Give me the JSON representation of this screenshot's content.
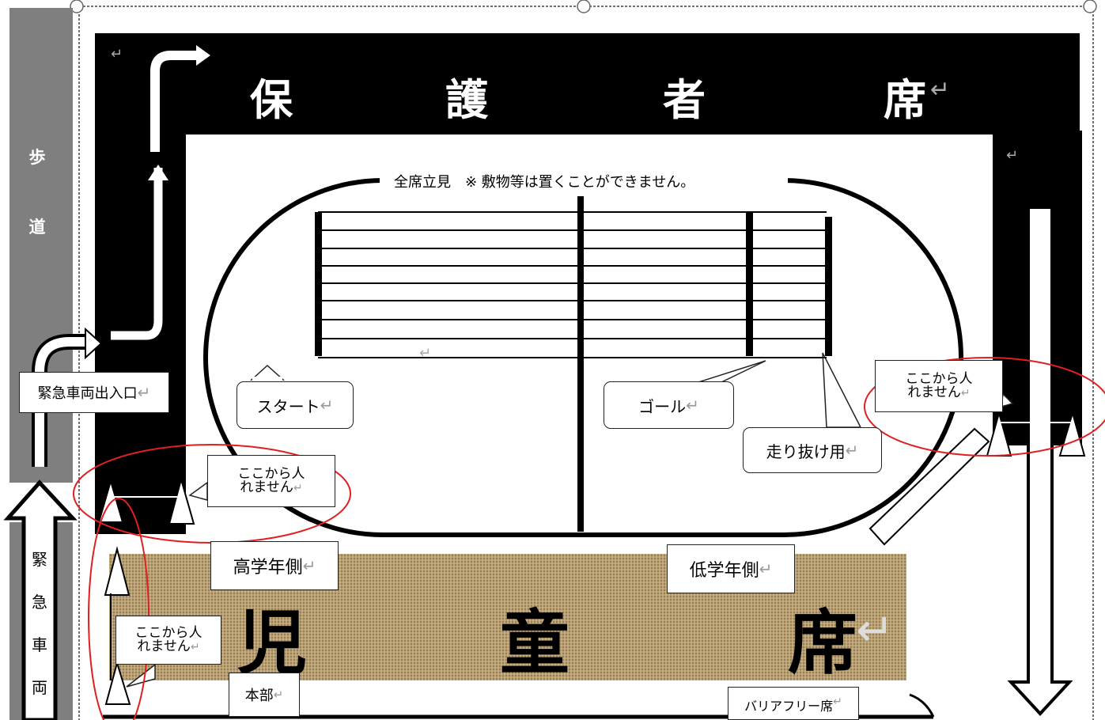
{
  "top_stand": {
    "chars": [
      "保",
      "護",
      "者",
      "席"
    ]
  },
  "children_stand": {
    "chars": [
      "児",
      "童",
      "席"
    ]
  },
  "notice": "全席立見　※ 敷物等は置くことができません。",
  "sidewalk": {
    "chars": [
      "歩",
      "道"
    ]
  },
  "emergency_lane": {
    "chars": [
      "緊",
      "急",
      "車",
      "両"
    ]
  },
  "labels": {
    "start": "スタート",
    "goal": "ゴール",
    "run_through": "走り抜け用",
    "emergency_entrance": "緊急車両出入口",
    "upper_grade": "高学年側",
    "lower_grade": "低学年側",
    "headquarters": "本部",
    "barrier_free": "バリアフリー席",
    "no_entry_line1": "ここから人",
    "no_entry_line2": "れません"
  },
  "return_mark": "↵",
  "colors": {
    "stand": "#000000",
    "sidewalk": "#7f7f7f",
    "burlap": "#b39a6a",
    "no_entry_ring": "#e02020"
  }
}
